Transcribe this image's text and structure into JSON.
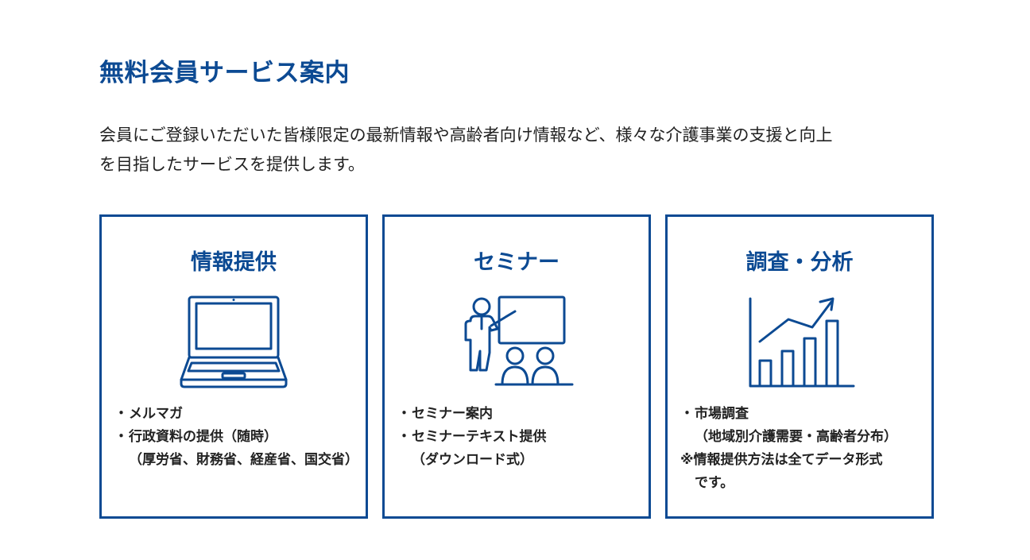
{
  "page": {
    "title": "無料会員サービス案内",
    "intro_line1": "会員にご登録いただいた皆様限定の最新情報や高齢者向け情報など、様々な介護事業の支援と向上",
    "intro_line2": "を目指したサービスを提供します。"
  },
  "colors": {
    "accent": "#0c4a93",
    "text": "#222222"
  },
  "cards": [
    {
      "title": "情報提供",
      "icon": "laptop-icon",
      "items": [
        {
          "bullet": "・",
          "text": "メルマガ"
        },
        {
          "bullet": "・",
          "text": "行政資料の提供（随時）",
          "continuation": "（厚労省、財務省、経産省、国交省）"
        }
      ]
    },
    {
      "title": "セミナー",
      "icon": "seminar-presenter-icon",
      "items": [
        {
          "bullet": "・",
          "text": "セミナー案内"
        },
        {
          "bullet": "・",
          "text": "セミナーテキスト提供",
          "continuation": "（ダウンロード式）"
        }
      ]
    },
    {
      "title": "調査・分析",
      "icon": "growth-chart-icon",
      "items": [
        {
          "bullet": "・",
          "text": "市場調査",
          "continuation": "（地域別介護需要・高齢者分布）"
        }
      ],
      "note": {
        "mark": "※",
        "text": "情報提供方法は全てデータ形式",
        "continuation": "です。"
      }
    }
  ]
}
